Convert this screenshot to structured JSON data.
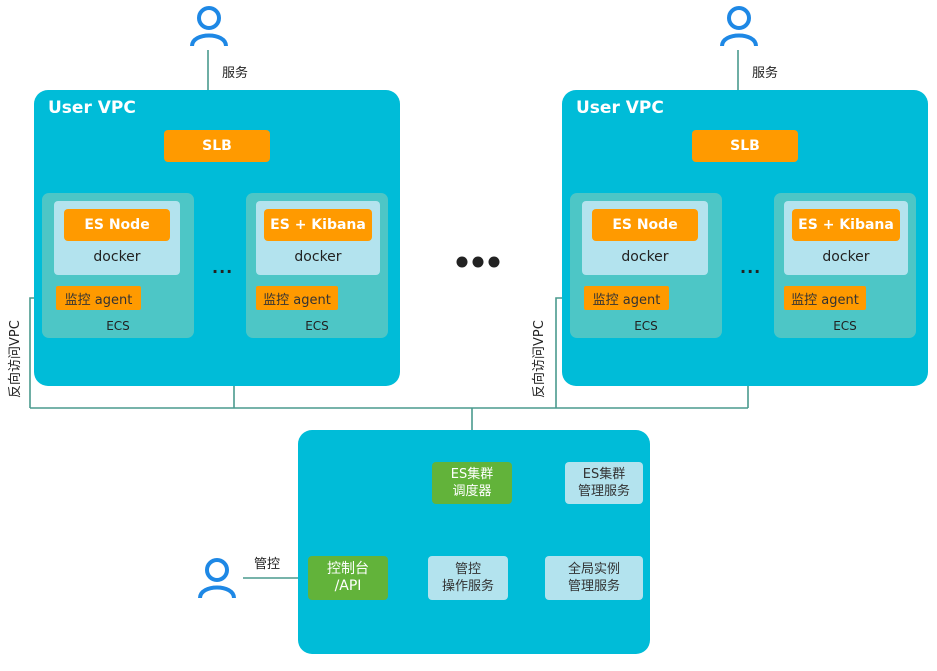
{
  "colors": {
    "vpc": "#00bcd8",
    "ecs": "#4dc6c6",
    "orange": "#ff9a00",
    "green": "#62b33a",
    "light": "#b3e3ee",
    "line": "#4a9a8e",
    "user_icon": "#1e88e5"
  },
  "vpcs": [
    {
      "title": "User VPC",
      "service_label": "服务",
      "slb": "SLB",
      "reverse_label": "反向访问VPC",
      "ecs": [
        {
          "node": "ES Node",
          "docker": "docker",
          "agent": "监控 agent",
          "label": "ECS"
        },
        {
          "node": "ES + Kibana",
          "docker": "docker",
          "agent": "监控 agent",
          "label": "ECS"
        }
      ],
      "ellipsis": "..."
    },
    {
      "title": "User VPC",
      "service_label": "服务",
      "slb": "SLB",
      "reverse_label": "反向访问VPC",
      "ecs": [
        {
          "node": "ES Node",
          "docker": "docker",
          "agent": "监控 agent",
          "label": "ECS"
        },
        {
          "node": "ES + Kibana",
          "docker": "docker",
          "agent": "监控 agent",
          "label": "ECS"
        }
      ],
      "ellipsis": "..."
    }
  ],
  "control": {
    "label": "管控",
    "scheduler": [
      "ES集群",
      "调度器"
    ],
    "cluster_mgmt": [
      "ES集群",
      "管理服务"
    ],
    "console": [
      "控制台",
      "/API"
    ],
    "ops": [
      "管控",
      "操作服务"
    ],
    "global": [
      "全局实例",
      "管理服务"
    ]
  },
  "icons": [
    "user-icon",
    "arrow-icon"
  ]
}
